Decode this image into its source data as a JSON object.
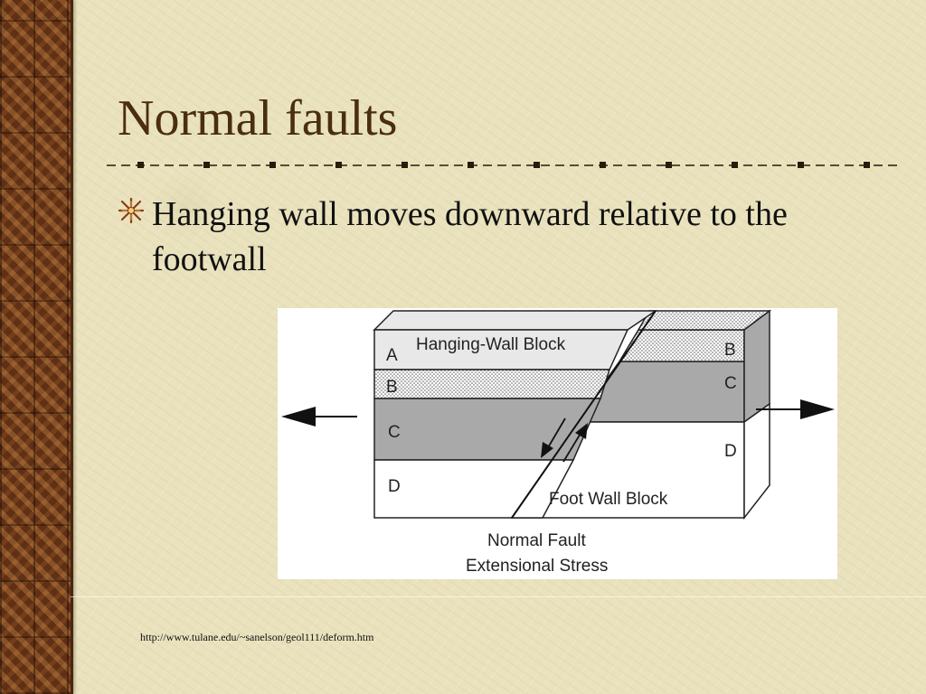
{
  "slide": {
    "title": "Normal faults",
    "bullets": [
      "Hanging wall moves downward relative to the footwall"
    ],
    "source_url": "http://www.tulane.edu/~sanelson/geol111/deform.htm"
  },
  "figure": {
    "hanging_wall_label": "Hanging-Wall Block",
    "foot_wall_label": "Foot Wall Block",
    "layers_left": [
      "A",
      "B",
      "C",
      "D"
    ],
    "layers_right": [
      "B",
      "C",
      "D"
    ],
    "caption_line1": "Normal Fault",
    "caption_line2": "Extensional Stress"
  },
  "icons": {
    "bullet": "star-burst-icon",
    "arrows": [
      "arrow-left-icon",
      "arrow-right-icon",
      "fault-arrow-down-icon",
      "fault-arrow-up-icon"
    ]
  },
  "colors": {
    "title": "#4a2e0e",
    "background": "#e9e2bd",
    "border_wood": "#6b3a1c"
  }
}
